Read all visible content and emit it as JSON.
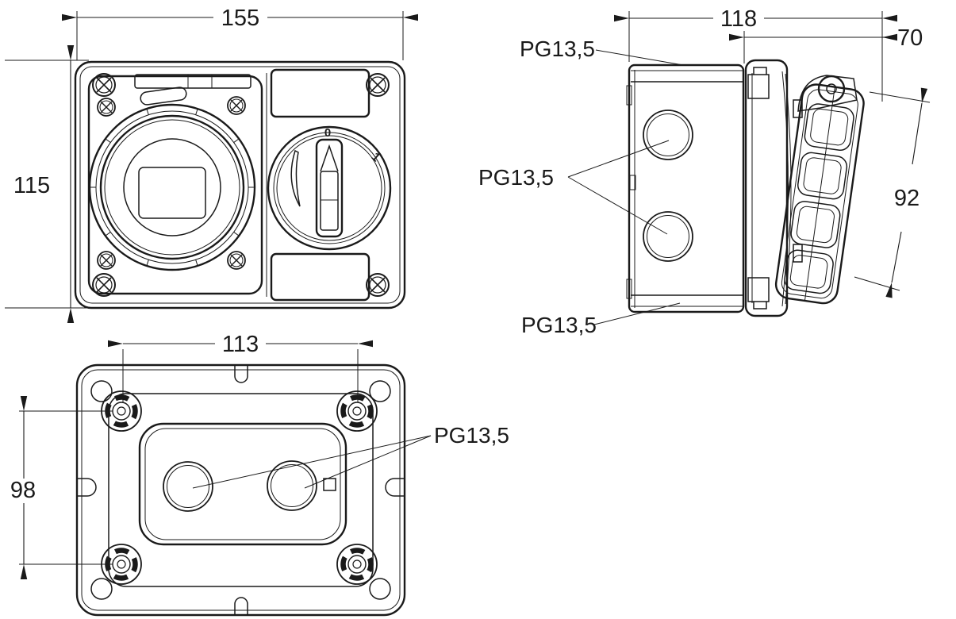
{
  "colors": {
    "line": "#1a1a1a",
    "background": "#ffffff"
  },
  "front_view": {
    "width_dim": "155",
    "height_dim": "115",
    "switch_off_label": "0",
    "switch_on_label": "1"
  },
  "side_view": {
    "width_dim": "118",
    "lid_offset_dim": "70",
    "face_dim": "92",
    "gland_label_top": "PG13,5",
    "gland_label_middle": "PG13,5",
    "gland_label_bottom": "PG13,5"
  },
  "back_view": {
    "hole_spacing_horizontal_dim": "113",
    "hole_spacing_vertical_dim": "98",
    "gland_label": "PG13,5"
  }
}
